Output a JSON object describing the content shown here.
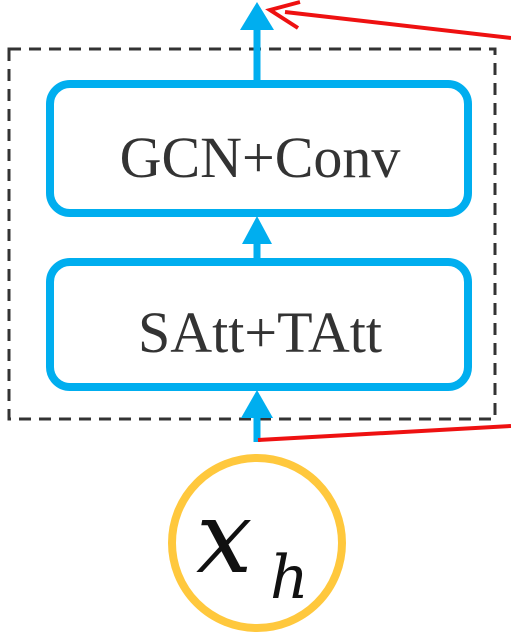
{
  "diagram": {
    "blocks": [
      {
        "id": "gcn",
        "label": "GCN+Conv"
      },
      {
        "id": "att",
        "label": "SAtt+TAtt"
      }
    ],
    "input": {
      "symbol": "x",
      "subscript": "h"
    },
    "colors": {
      "block_stroke": "#00AEEF",
      "arrow": "#00AEEF",
      "red_line": "#EE1111",
      "input_circle": "#FFC83D",
      "dashed_frame": "#333333",
      "text": "#333333"
    }
  }
}
